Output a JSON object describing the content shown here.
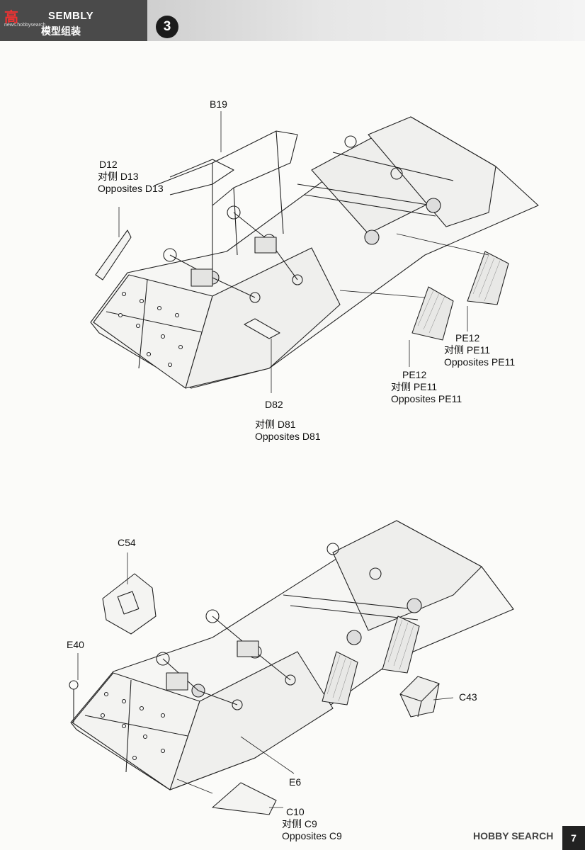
{
  "header": {
    "logo_text": "高",
    "logo_sub": "news.hobbysearch",
    "assembly_label": "SEMBLY",
    "assembly_cn": "模型组装",
    "step_number": "3"
  },
  "top_callouts": {
    "b19": "B19",
    "d12": {
      "part": "D12",
      "cn": "对侧 D13",
      "en": "Opposites D13"
    },
    "d82": {
      "part": "D82",
      "cn": "对侧 D81",
      "en": "Opposites D81"
    },
    "pe12_right": {
      "part": "PE12",
      "cn": "对侧 PE11",
      "en": "Opposites PE11"
    },
    "pe12_left": {
      "part": "PE12",
      "cn": "对侧 PE11",
      "en": "Opposites PE11"
    }
  },
  "bottom_callouts": {
    "c54": "C54",
    "e40": "E40",
    "c43": "C43",
    "e6": "E6",
    "c10": {
      "part": "C10",
      "cn": "对侧 C9",
      "en": "Opposites C9"
    }
  },
  "footer": {
    "watermark": "HOBBY SEARCH",
    "page_number": "7"
  },
  "colors": {
    "line": "#222222",
    "panel": "#f6f6f4",
    "shade": "#d9d9d6"
  }
}
